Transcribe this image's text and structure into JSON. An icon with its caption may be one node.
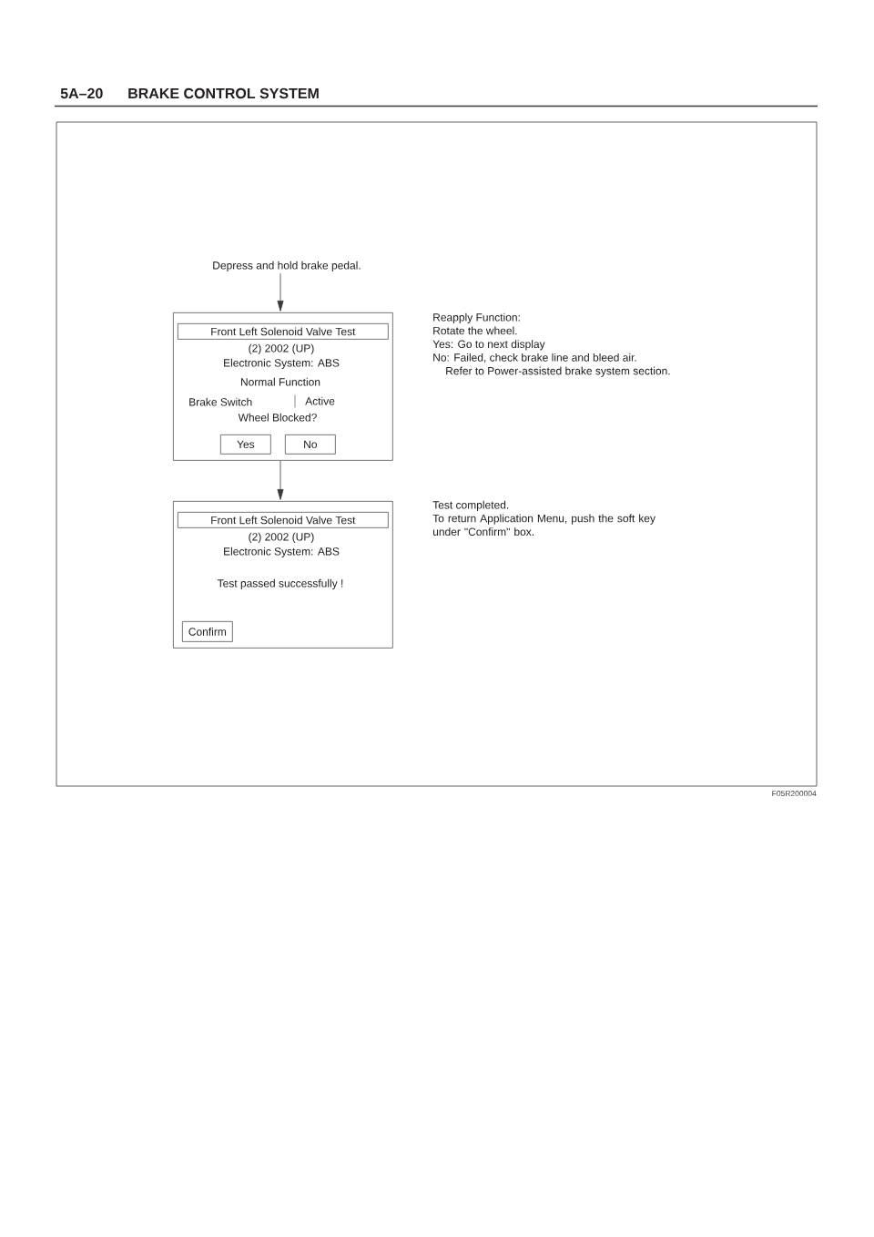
{
  "diagram": {
    "title": "BRAKE CONTROL SYSTEM",
    "nodes": [
      {
        "text": [
          "Depress and hold brake pedal."
        ]
      },
      {
        "text": [
          "(2) 2002 (UP)",
          "Electronic System: ABS",
          "Normal Function",
          "Brake Switch",
          "Active",
          "Wheel Blocked?"
        ],
        "beside": [
          "Reapply Function:",
          "Rotate the wheel.",
          "Yes: Go to next display",
          "No: Failed, check brake line and bleed air.",
          "Refer to Power-assisted brake system section."
        ]
      },
      {
        "text": [
          "Front Left Solenoid Valve Test"
        ],
        "in": 1
      },
      {
        "text": [
          "Yes"
        ],
        "in": 1
      },
      {
        "text": [
          "No"
        ],
        "in": 1
      },
      {
        "text": [
          "(2) 2002 (UP)",
          "Electronic System: ABS",
          "Test passed successfully !"
        ],
        "beside": [
          "Test completed.",
          "To return Application Menu, push the soft key under \"Confirm\" box."
        ]
      },
      {
        "text": [
          "Front Left Solenoid Valve Test"
        ],
        "in": 5
      },
      {
        "text": [
          "Confirm"
        ],
        "in": 5
      }
    ],
    "edges": [
      {
        "from": 0,
        "to": 1,
        "arrow": "to"
      },
      {
        "from": 1,
        "to": 5,
        "arrow": "to"
      }
    ],
    "labels": [
      "5A–20",
      "F05R200004"
    ]
  }
}
